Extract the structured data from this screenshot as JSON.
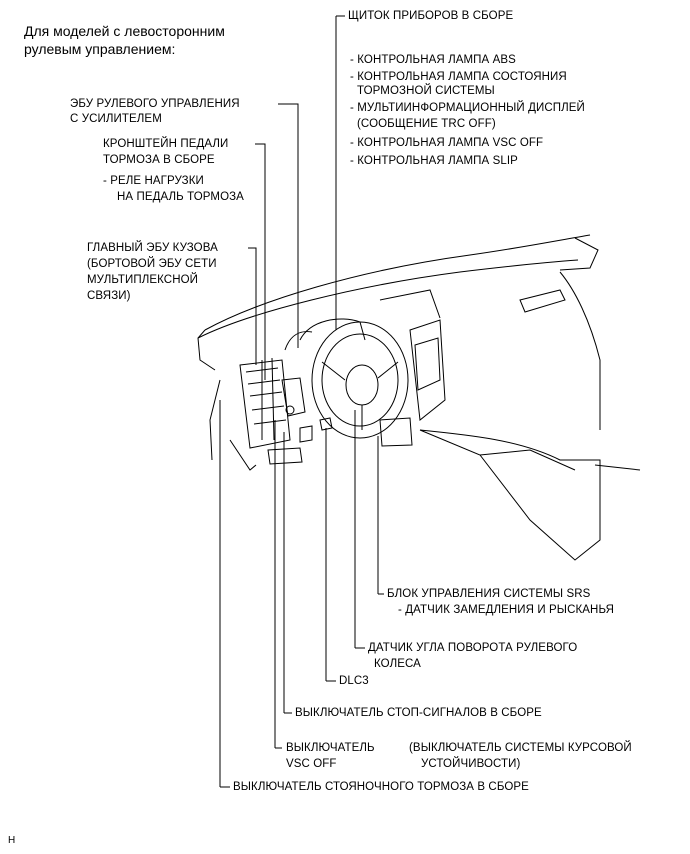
{
  "heading": {
    "line1": "Для моделей с левосторонним",
    "line2": "рулевым управлением:"
  },
  "labels": {
    "combination_meter": "ЩИТОК ПРИБОРОВ В СБОРЕ",
    "meter_items": [
      "- КОНТРОЛЬНАЯ ЛАМПА ABS",
      "- КОНТРОЛЬНАЯ ЛАМПА СОСТОЯНИЯ",
      "ТОРМОЗНОЙ СИСТЕМЫ",
      "- МУЛЬТИИНФОРМАЦИОННЫЙ ДИСПЛЕЙ",
      "(СООБЩЕНИЕ TRC OFF)",
      "- КОНТРОЛЬНАЯ ЛАМПА VSC OFF",
      "- КОНТРОЛЬНАЯ ЛАМПА SLIP"
    ],
    "eps_ecu": [
      "ЭБУ РУЛЕВОГО УПРАВЛЕНИЯ",
      "С УСИЛИТЕЛЕМ"
    ],
    "brake_bracket": [
      "КРОНШТЕЙН ПЕДАЛИ",
      "ТОРМОЗА В СБОРЕ"
    ],
    "brake_relay": [
      "-  РЕЛЕ НАГРУЗКИ",
      "НА ПЕДАЛЬ ТОРМОЗА"
    ],
    "body_ecu": [
      "ГЛАВНЫЙ ЭБУ КУЗОВА",
      "(БОРТОВОЙ ЭБУ СЕТИ",
      "МУЛЬТИПЛЕКСНОЙ",
      "СВЯЗИ)"
    ],
    "srs_unit": "БЛОК УПРАВЛЕНИЯ СИСТЕМЫ SRS",
    "yaw_sensor": "- ДАТЧИК ЗАМЕДЛЕНИЯ И РЫСКАНЬЯ",
    "steering_sensor": [
      "ДАТЧИК УГЛА ПОВОРОТА РУЛЕВОГО",
      "КОЛЕСА"
    ],
    "dlc3": "DLC3",
    "stop_light_switch": "ВЫКЛЮЧАТЕЛЬ СТОП-СИГНАЛОВ   В СБОРЕ",
    "vsc_off_switch": [
      "ВЫКЛЮЧАТЕЛЬ",
      "VSC OFF"
    ],
    "vsc_off_desc": [
      "(ВЫКЛЮЧАТЕЛЬ СИСТЕМЫ КУРСОВОЙ",
      "УСТОЙЧИВОСТИ)"
    ],
    "parking_brake_switch": "ВЫКЛЮЧАТЕЛЬ СТОЯНОЧНОГО ТОРМОЗА   В СБОРЕ"
  },
  "footer_mark": "H"
}
